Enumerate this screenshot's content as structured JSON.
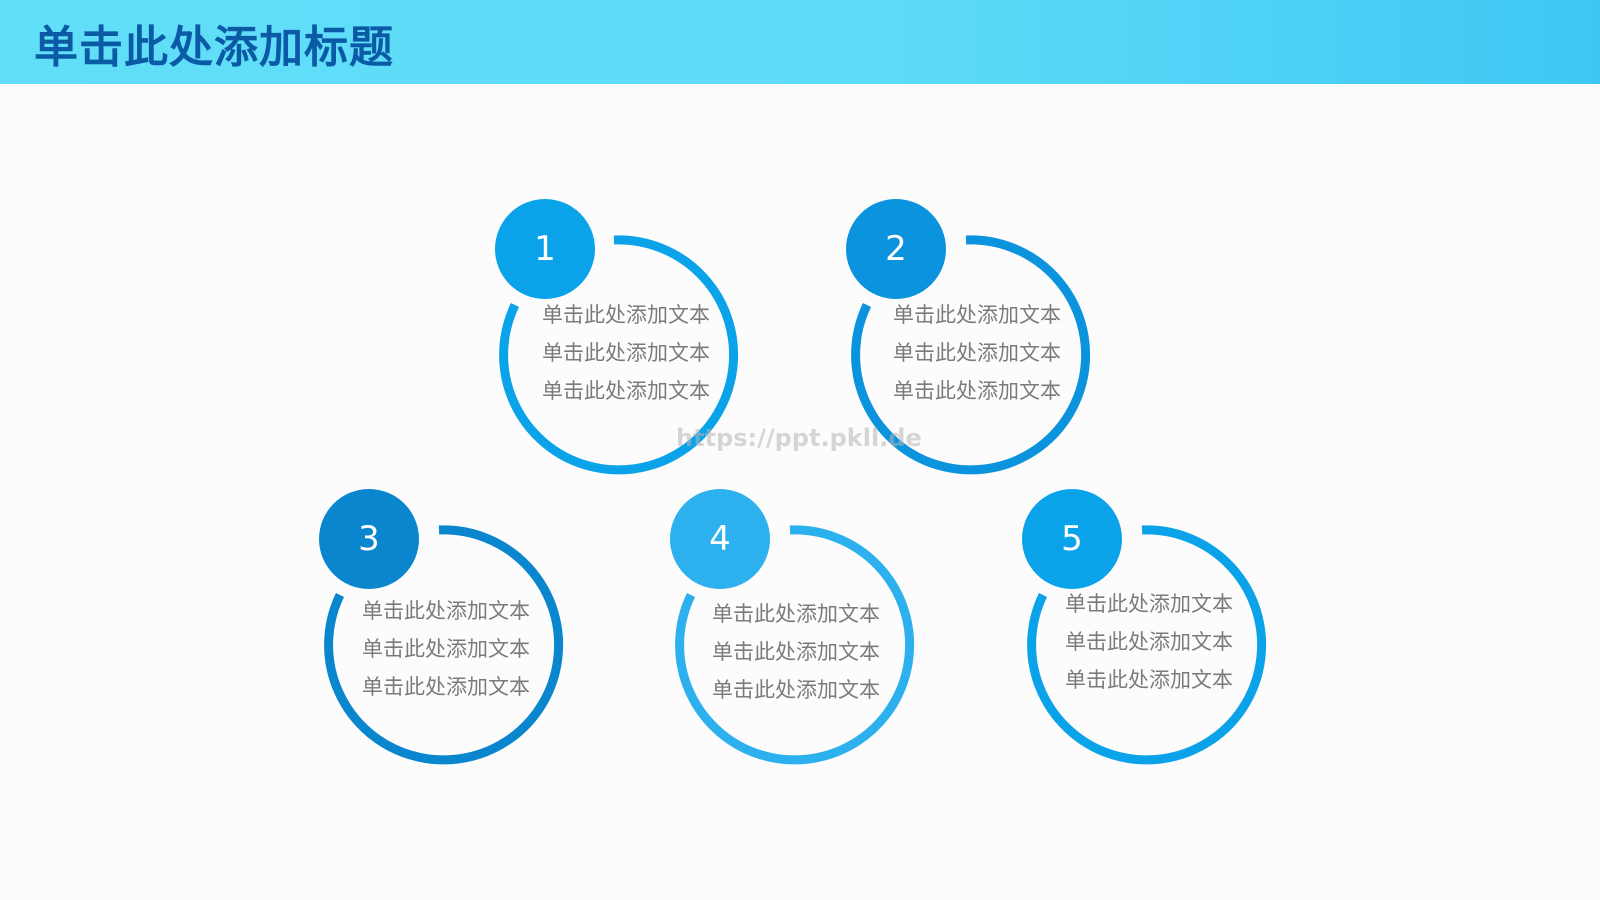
{
  "slide": {
    "title": "单击此处添加标题",
    "watermark": "https://ppt.pkll.de",
    "colors": {
      "header_gradient_start": "#61def8",
      "header_gradient_end": "#3fc7f3",
      "title": "#0b5aa6",
      "body_text": "#7b7b7b"
    }
  },
  "items": [
    {
      "number": "1",
      "color": "#0aa3ea",
      "lines": [
        "单击此处添加文本",
        "单击此处添加文本",
        "单击此处添加文本"
      ]
    },
    {
      "number": "2",
      "color": "#0b94dd",
      "lines": [
        "单击此处添加文本",
        "单击此处添加文本",
        "单击此处添加文本"
      ]
    },
    {
      "number": "3",
      "color": "#0a86cf",
      "lines": [
        "单击此处添加文本",
        "单击此处添加文本",
        "单击此处添加文本"
      ]
    },
    {
      "number": "4",
      "color": "#2cb1ee",
      "lines": [
        "单击此处添加文本",
        "单击此处添加文本",
        "单击此处添加文本"
      ]
    },
    {
      "number": "5",
      "color": "#0aa3ea",
      "lines": [
        "单击此处添加文本",
        "单击此处添加文本",
        "单击此处添加文本"
      ]
    }
  ]
}
